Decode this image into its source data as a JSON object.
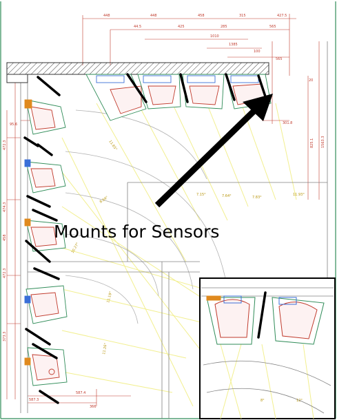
{
  "callout": {
    "label": "Mounts for Sensors"
  },
  "colors": {
    "background": "#ffffff",
    "dimension_lines": "#c0392b",
    "ray_lines": "#f2ef8f",
    "outline": "#2e8b57",
    "structure": "#000000",
    "accent_blue": "#3a6fd8",
    "accent_orange": "#e08a1e",
    "arrow": "#000000"
  },
  "dimensions": {
    "top_row_1": [
      "448",
      "448",
      "458",
      "315",
      "427.5"
    ],
    "top_row_2": [
      "44.5",
      "425",
      "285",
      "565"
    ],
    "top_row_3": [
      "1010"
    ],
    "top_row_4": [
      "1385",
      "100",
      "565"
    ],
    "right_side": [
      "20",
      "301.8",
      "825.1",
      "1563.3"
    ],
    "left_side": [
      "95.6",
      "472.3",
      "474.3",
      "458",
      "472.3",
      "373.3"
    ],
    "bottom": [
      "587.4",
      "366",
      "587.3"
    ]
  },
  "angles": {
    "fan": [
      "11.65°",
      "8.69°",
      "10.27°",
      "11.19°",
      "11.26°",
      "7.15°",
      "7.64°",
      "7.83°",
      "11.93°"
    ],
    "inset": [
      "8°",
      "12°"
    ]
  }
}
